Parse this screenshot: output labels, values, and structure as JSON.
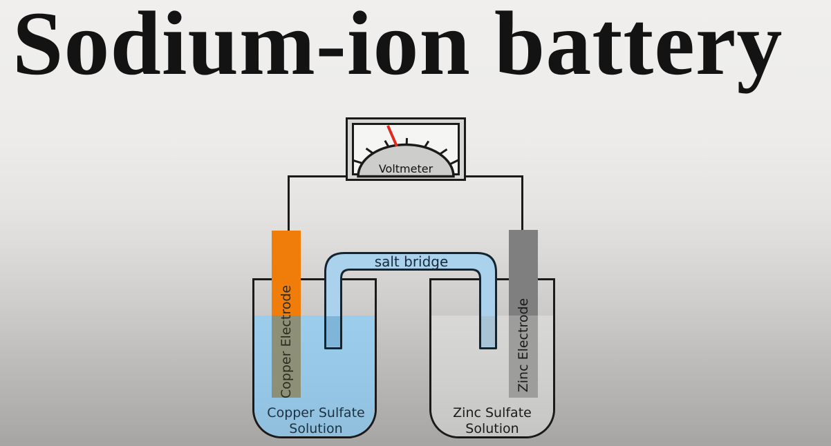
{
  "title": "Sodium-ion battery",
  "voltmeter": {
    "label": "Voltmeter"
  },
  "salt_bridge": {
    "label": "salt bridge"
  },
  "copper_half_cell": {
    "electrode_label": "Copper Electrode",
    "solution_label": "Copper Sulfate\nSolution"
  },
  "zinc_half_cell": {
    "electrode_label": "Zinc Electrode",
    "solution_label": "Zinc Sulfate\nSolution"
  },
  "colors": {
    "copper_electrode": "#f07d0a",
    "copper_electrode_submerged": "#8d9077",
    "copper_sulfate_solution": "#97c8e8",
    "zinc_electrode": "#7f7f7f",
    "zinc_electrode_submerged": "#9d9d9b",
    "zinc_sulfate_solution": "#d2d2d0",
    "salt_bridge_fill": "#aad2ec",
    "tube_outline": "#13242f",
    "needle": "#dd2b20",
    "wire": "#1a1a1a"
  }
}
